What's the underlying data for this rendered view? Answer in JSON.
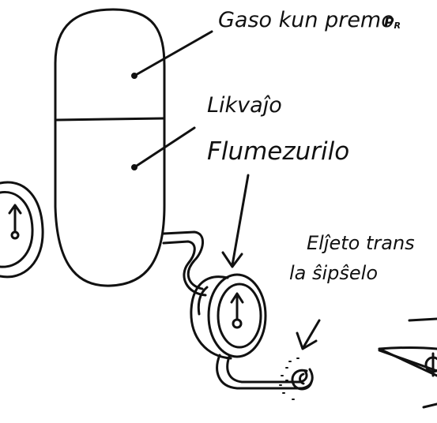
{
  "labels": {
    "gas": "Gaso kun premo",
    "gas_symbol": "P",
    "gas_symbol_sub": "R",
    "liquid": "Likvaĵo",
    "flowmeter": "Flumezurilo",
    "ejection_line1": "Elĵeto trans",
    "ejection_line2": "la ŝipŝelo"
  },
  "icons": [
    "left-gauge-icon",
    "flowmeter-gauge-icon",
    "nozzle-icon",
    "right-satellite-icon"
  ],
  "colors": {
    "ink": "#111111",
    "background": "#ffffff"
  }
}
